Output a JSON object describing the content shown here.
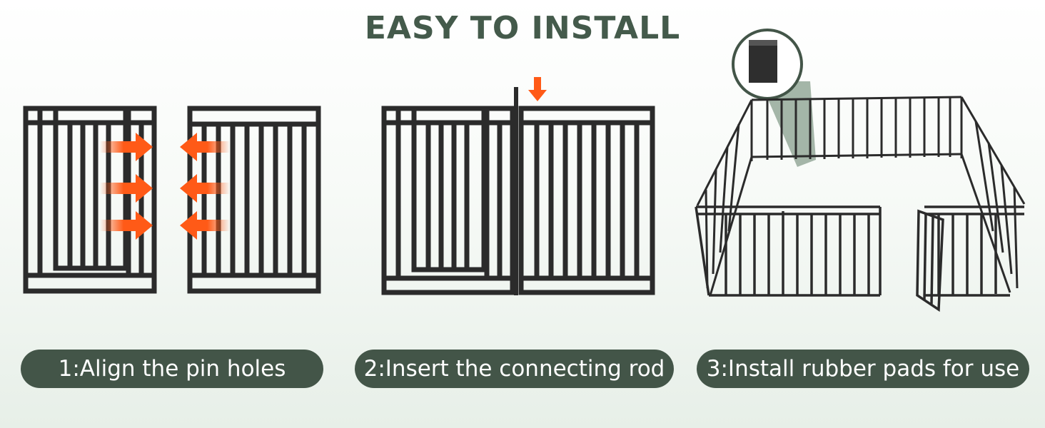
{
  "title": "EASY TO INSTALL",
  "colors": {
    "title": "#445a4b",
    "pill": "#435548",
    "metal": "#2b2b2b",
    "arrow": "#ff5a17"
  },
  "steps": [
    {
      "label": "1:Align the pin holes"
    },
    {
      "label": "2:Insert the connecting rod"
    },
    {
      "label": "3:Install rubber pads for use"
    }
  ]
}
